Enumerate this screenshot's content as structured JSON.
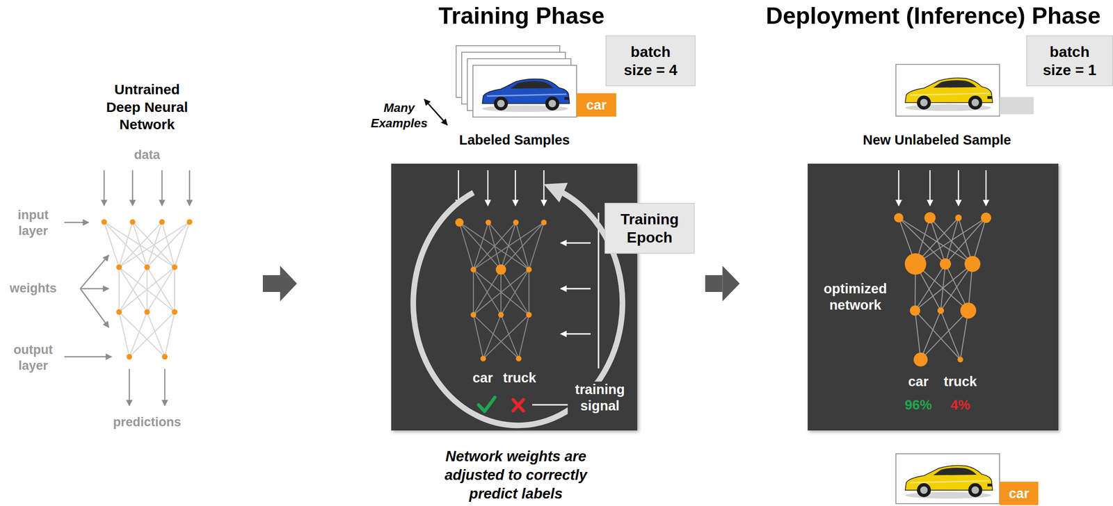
{
  "diagram": {
    "nodes": [
      {
        "text": [
          "batch size = 4"
        ]
      },
      {
        "text": [
          "car"
        ]
      },
      {
        "text": [
          "car",
          "truck",
          "training signal"
        ]
      },
      {
        "text": [
          "Training Epoch"
        ]
      },
      {
        "text": [
          "batch size = 1"
        ]
      },
      {
        "text": [
          "optimized network",
          "car",
          "truck",
          "96%",
          "4%"
        ]
      },
      {
        "text": [
          "car"
        ]
      }
    ],
    "edges": [
      {
        "from": 2,
        "to": 5,
        "arrow": "to"
      }
    ],
    "labels": [
      "Untrained Deep Neural Network",
      "data",
      "input layer",
      "weights",
      "output layer",
      "predictions",
      "Training Phase",
      "Many Examples",
      "Labeled Samples",
      "Network weights are adjusted to correctly predict labels",
      "Deployment (Inference) Phase",
      "New Unlabeled Sample"
    ]
  }
}
